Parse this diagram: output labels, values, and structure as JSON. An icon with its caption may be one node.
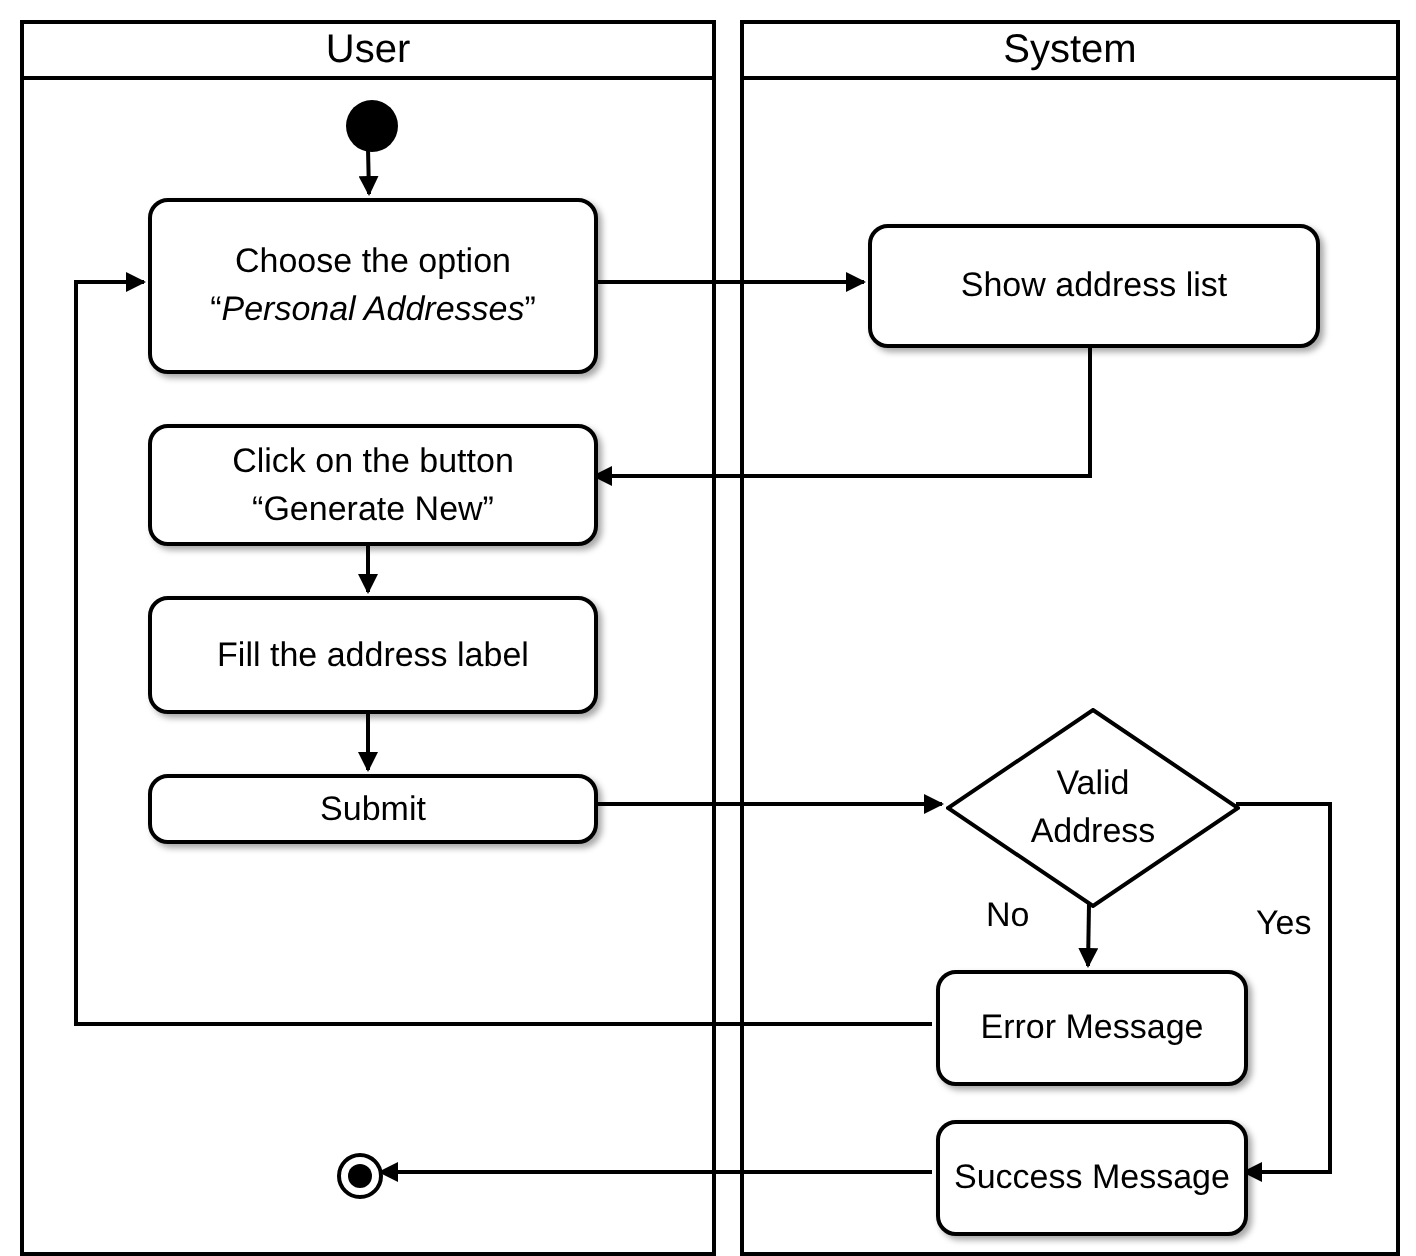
{
  "diagram": {
    "nodes": [
      {
        "text": [
          "User"
        ]
      },
      {
        "text": [
          "System"
        ]
      },
      {
        "text": [],
        "shape": "circle",
        "in": 0
      },
      {
        "text": [
          "Choose the option “*Personal Addresses*”"
        ],
        "in": 0
      },
      {
        "text": [
          "Show address list"
        ],
        "in": 1
      },
      {
        "text": [
          "Click on the button “Generate New”"
        ],
        "in": 0
      },
      {
        "text": [
          "Fill the address label"
        ],
        "in": 0
      },
      {
        "text": [
          "Submit"
        ],
        "in": 0
      },
      {
        "text": [
          "Valid Address"
        ],
        "in": 1
      },
      {
        "text": [
          "Error Message"
        ],
        "in": 1
      },
      {
        "text": [
          "Success Message"
        ],
        "in": 1
      },
      {
        "text": [],
        "shape": "circle",
        "in": 0
      }
    ],
    "edges": [
      {
        "from": 2,
        "to": 3,
        "arrow": "to"
      },
      {
        "from": 3,
        "to": 4,
        "arrow": "to"
      },
      {
        "from": 4,
        "to": 5,
        "arrow": "to"
      },
      {
        "from": 5,
        "to": 6,
        "arrow": "to"
      },
      {
        "from": 6,
        "to": 7,
        "arrow": "to"
      },
      {
        "from": 7,
        "to": 8,
        "arrow": "to"
      },
      {
        "from": 8,
        "to": 9,
        "label": "No",
        "arrow": "to"
      },
      {
        "from": 8,
        "to": 10,
        "label": "Yes",
        "arrow": "to"
      },
      {
        "from": 9,
        "to": 3,
        "arrow": "to"
      },
      {
        "from": 10,
        "to": 11,
        "arrow": "to"
      }
    ]
  }
}
